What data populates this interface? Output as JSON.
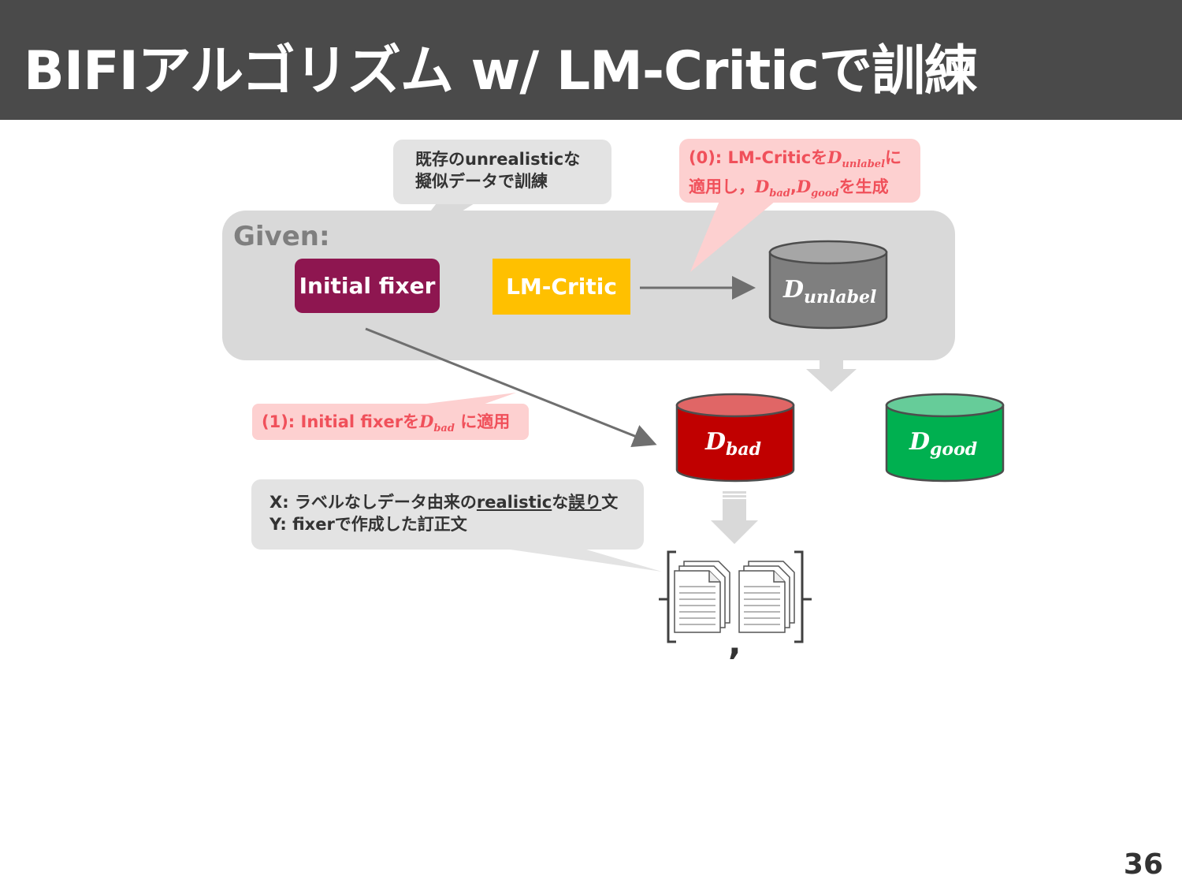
{
  "slide": {
    "title": "BIFIアルゴリズム w/ LM-Criticで訓練",
    "page_number": "36"
  },
  "given": {
    "label": "Given:",
    "initial_fixer": "Initial fixer",
    "lm_critic": "LM-Critic"
  },
  "datasets": {
    "unlabel": {
      "symbol": "D",
      "subscript": "unlabel"
    },
    "bad": {
      "symbol": "D",
      "subscript": "bad"
    },
    "good": {
      "symbol": "D",
      "subscript": "good"
    }
  },
  "callouts": {
    "unrealistic": {
      "line1": "既存のunrealisticな",
      "line2": "擬似データで訓練"
    },
    "step0": {
      "line1_prefix": "(0): LM-Criticを",
      "line1_suffix": "に",
      "line2_prefix": "適用し，",
      "separator": ",",
      "line2_suffix": "を生成"
    },
    "step1": {
      "prefix": "(1): Initial fixerを",
      "suffix": " に適用"
    },
    "pairs": {
      "x_prefix": "X: ラベルなしデータ由来の",
      "x_underline": "realistic",
      "x_mid": "な",
      "x_underline2": "誤り",
      "x_suffix": "文",
      "y_line": "Y: fixerで作成した訂正文"
    }
  },
  "pair_separator": ",",
  "colors": {
    "header_bg": "#4a4a4a",
    "initial_fixer": "#8e1650",
    "lm_critic": "#ffc000",
    "unlabel_cylinder": "#7f7f7f",
    "bad_cylinder": "#c00000",
    "good_cylinder": "#00b050",
    "callout_red_bg": "#fdd0d0",
    "callout_red_text": "#f0505a"
  }
}
